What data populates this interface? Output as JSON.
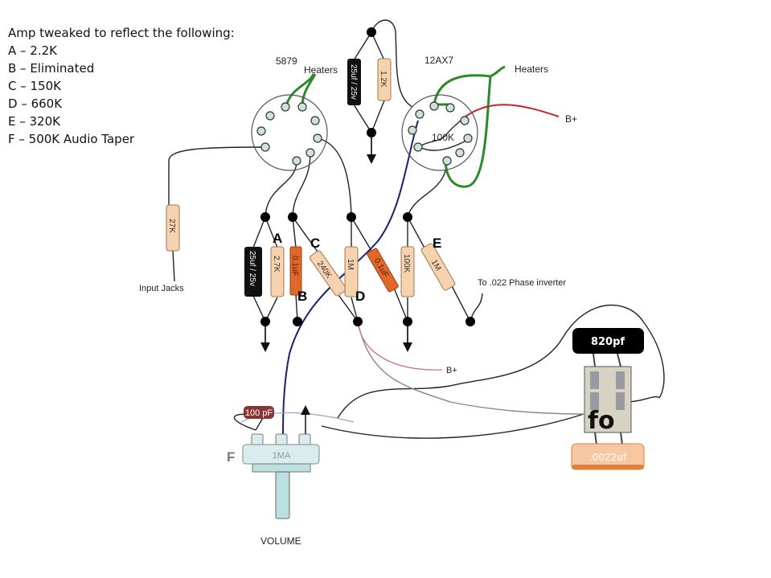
{
  "notes": {
    "title": "Amp tweaked to reflect the following:",
    "items": [
      "A – 2.2K",
      "B – Eliminated",
      "C – 150K",
      "D – 660K",
      "E – 320K",
      "F – 500K Audio Taper"
    ]
  },
  "tubes": {
    "left": {
      "name": "5879",
      "heaters_label": "Heaters"
    },
    "right": {
      "name": "12AX7",
      "heaters_label": "Heaters",
      "internal_resistor": "100K"
    }
  },
  "labels": {
    "bplus_top": "B+",
    "bplus_bottom": "B+",
    "input_jacks": "Input Jacks",
    "phase_inverter": "To .022 Phase inverter",
    "volume": "VOLUME"
  },
  "markers": {
    "A": "A",
    "B": "B",
    "C": "C",
    "D": "D",
    "E": "E",
    "F": "F"
  },
  "components": {
    "top_cap": "25uf / 25v",
    "top_res": "1.2K",
    "input_res": "27K",
    "bottom_cap": "25uf / 25v",
    "res_a": "2.7K",
    "cap_b": "0.1uF",
    "res_c": "240K",
    "res_d": "1M",
    "cap_mid": "0.1uF",
    "res_100k": "100K",
    "res_e": "1M",
    "cap_820": "820pf",
    "cap_0022": ".0022uf",
    "switch_text": "fo",
    "cap_100pf": "100 pF",
    "pot": "1MA"
  },
  "colors": {
    "heater_wire": "#2a8a2a",
    "bplus_wire": "#c8232b",
    "signal_wire": "#1a1f6e",
    "resistor_body": "#f6d2ae",
    "cap_orange": "#e0682a",
    "pot_body": "#d9ecee"
  }
}
